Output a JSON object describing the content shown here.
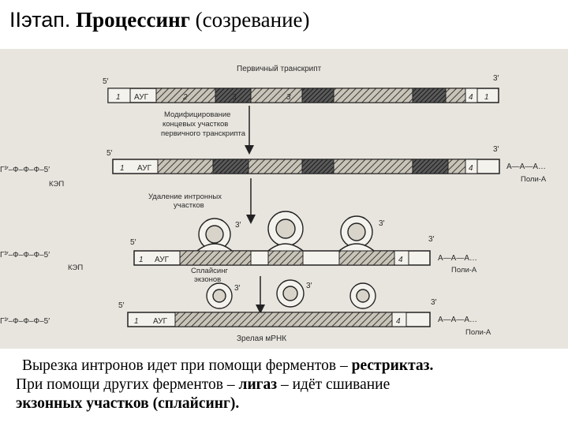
{
  "title": {
    "stage": "II",
    "stage_word": "этап.",
    "main": "Процессинг",
    "paren": "(созревание)"
  },
  "diagram": {
    "primary_transcript": "Первичный транскрипт",
    "prime5": "5′",
    "prime3": "3′",
    "step1": [
      "Модифицирование",
      "концевых участков",
      "первичного транскрипта"
    ],
    "step2": [
      "Удаление интронных",
      "участков"
    ],
    "step3": [
      "Сплайсинг",
      "экзонов"
    ],
    "mature": "Зрелая мРНК",
    "cap": "КЭП",
    "polyA": "Поли-А",
    "cap_chain": "Г³′–Ф–Ф–Ф–5′",
    "polyA_chain": "А—А—А…",
    "aug": "АУГ",
    "exon_labels": [
      "1",
      "2",
      "3",
      "4"
    ]
  },
  "caption": {
    "l1_a": "Вырезка интронов идет при помощи ферментов – ",
    "l1_b": "рестриктаз.",
    "l2_a": "При помощи других ферментов – ",
    "l2_b": "лигаз",
    "l2_c": " – идёт сшивание",
    "l3": "экзонных участков (сплайсинг)."
  }
}
